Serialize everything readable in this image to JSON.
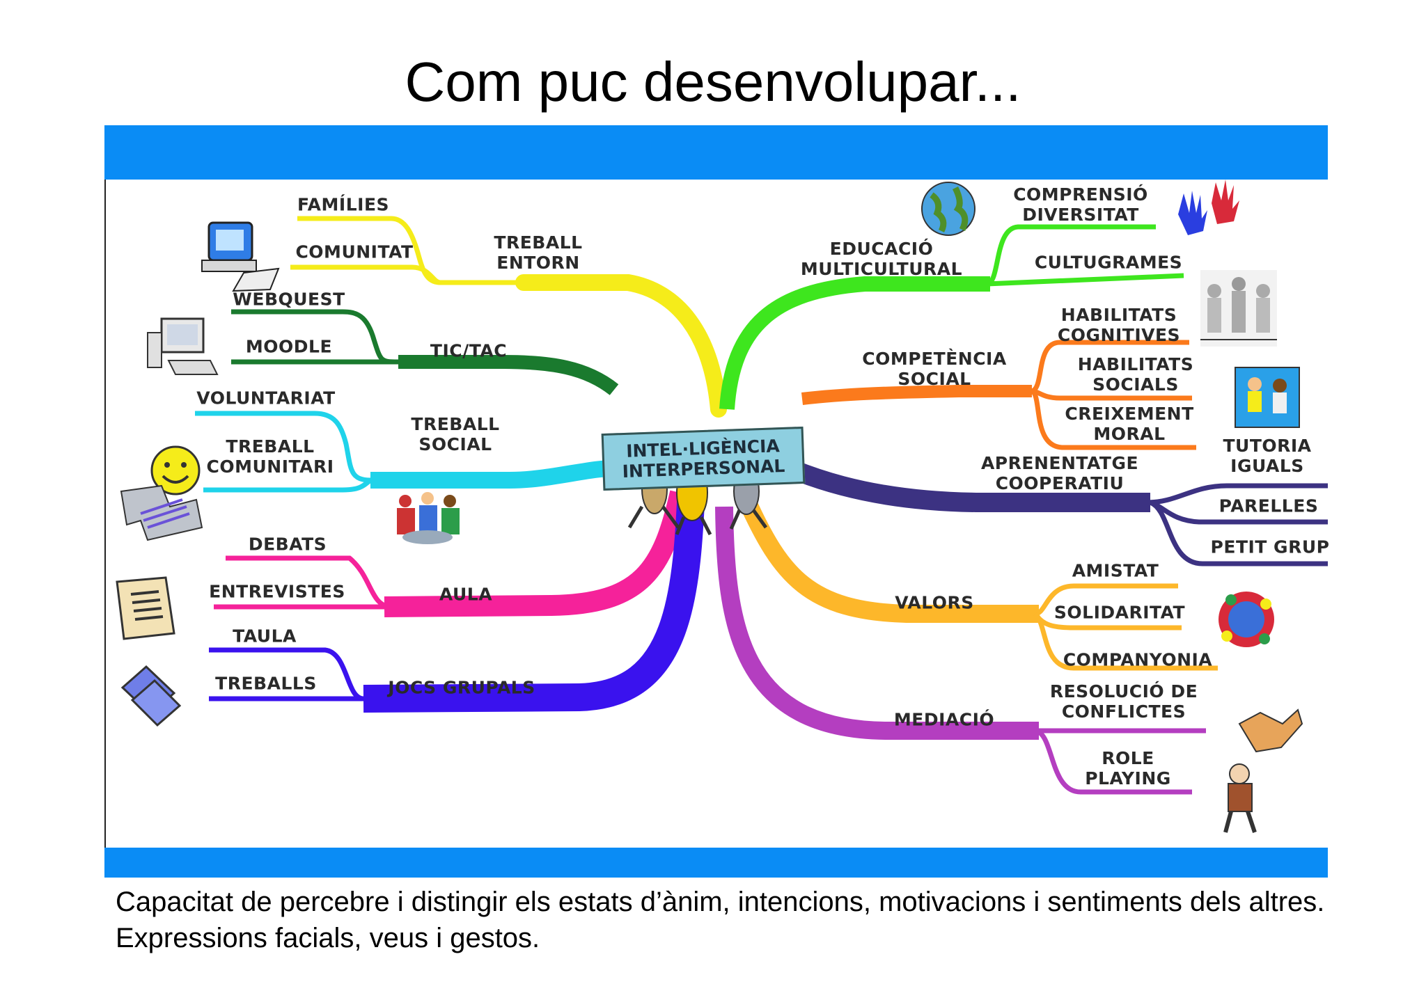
{
  "title": "Com puc desenvolupar...",
  "mindmap": {
    "center": "INTEL·LIGÈNCIA\nINTERPERSONAL",
    "branches": [
      {
        "id": "treball-entorn",
        "label": "TREBALL\nENTORN",
        "color": "#f5ec1a",
        "icon": "computer-icon",
        "leaves": [
          "FAMÍLIES",
          "COMUNITAT"
        ]
      },
      {
        "id": "tic-tac",
        "label": "TIC/TAC",
        "color": "#1a7a2e",
        "icon": "desktop-pc-icon",
        "leaves": [
          "WEBQUEST",
          "MOODLE"
        ]
      },
      {
        "id": "treball-social",
        "label": "TREBALL\nSOCIAL",
        "color": "#1fd3ea",
        "icon": "smiley-icon",
        "leaves": [
          "VOLUNTARIAT",
          "TREBALL\nCOMUNITARI"
        ]
      },
      {
        "id": "aula",
        "label": "AULA",
        "color": "#f5229a",
        "icon": "scroll-icon",
        "leaves": [
          "DEBATS",
          "ENTREVISTES"
        ]
      },
      {
        "id": "jocs-grupals",
        "label": "JOCS GRUPALS",
        "color": "#3a12ee",
        "icon": "cards-icon",
        "leaves": [
          "TAULA",
          "TREBALLS"
        ]
      },
      {
        "id": "educacio-multicultural",
        "label": "EDUCACIÓ\nMULTICULTURAL",
        "color": "#3ee61e",
        "icon": "globe-icon",
        "leaves": [
          "COMPRENSIÓ\nDIVERSITAT",
          "CULTUGRAMES"
        ]
      },
      {
        "id": "competencia-social",
        "label": "COMPETÈNCIA\nSOCIAL",
        "color": "#fb7a1c",
        "icon": "crowd-icon",
        "leaves": [
          "HABILITATS\nCOGNITIVES",
          "HABILITATS\nSOCIALS",
          "CREIXEMENT\nMORAL"
        ]
      },
      {
        "id": "aprenentatge-cooperatiu",
        "label": "APRENENTATGE\nCOOPERATIU",
        "color": "#3c3282",
        "icon": "kids-icon",
        "leaves": [
          "TUTORIA\nIGUALS",
          "PARELLES",
          "PETIT GRUP"
        ]
      },
      {
        "id": "valors",
        "label": "VALORS",
        "color": "#fdb72a",
        "icon": "world-hands-icon",
        "leaves": [
          "AMISTAT",
          "SOLIDARITAT",
          "COMPANYONIA"
        ]
      },
      {
        "id": "mediacio",
        "label": "MEDIACIÓ",
        "color": "#b43ec0",
        "icon": "handshake-icon",
        "leaves": [
          "RESOLUCIÓ DE\nCONFLICTES",
          "ROLE\nPLAYING"
        ]
      }
    ]
  },
  "description": "Capacitat de percebre i distingir els estats d’ànim, intencions, motivacions i sentiments dels altres. Expressions facials, veus i gestos.",
  "colors": {
    "band": "#0a8cf5",
    "center_fill": "#8ecfe0"
  }
}
